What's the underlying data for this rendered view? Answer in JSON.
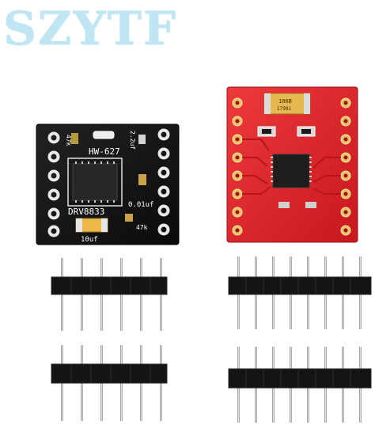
{
  "brand": {
    "text": "SZYTF"
  },
  "black_board": {
    "model": "HW-627",
    "chip": "DRV8833",
    "labels": {
      "r1": "47k",
      "cap1": "2.2uf",
      "cap2": "0.01uf",
      "r2": "47k",
      "cap3": "10uf"
    }
  },
  "red_board": {
    "cap_marking_line1": "106B",
    "cap_marking_line2": "17981"
  },
  "colors": {
    "brand": "#bfe6f2",
    "black_pcb": "#151515",
    "red_pcb": "#e0242b",
    "gold_pad": "#d4a94a"
  }
}
